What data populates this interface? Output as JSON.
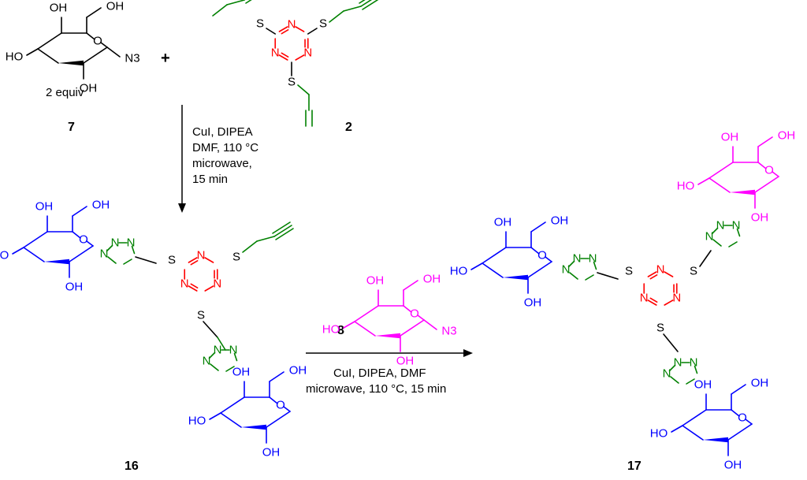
{
  "colors": {
    "black": "#000000",
    "triazine": "#ff0000",
    "green": "#008000",
    "blue": "#0000ff",
    "magenta": "#ff00ff"
  },
  "compounds": {
    "c7": {
      "number": "7",
      "note": "2 equiv"
    },
    "c2": {
      "number": "2"
    },
    "c16": {
      "number": "16"
    },
    "c17": {
      "number": "17"
    },
    "c8": {
      "number": "8"
    }
  },
  "atoms": {
    "OH": "OH",
    "HO": "HO",
    "O": "O",
    "N": "N",
    "N3": "N3",
    "S": "S"
  },
  "plus": "+",
  "step1": {
    "lines": [
      "CuI, DIPEA",
      "DMF, 110 °C",
      "microwave,",
      "15 min"
    ]
  },
  "step2": {
    "reagent": "8",
    "lines": [
      "CuI, DIPEA, DMF",
      "microwave, 110 °C, 15 min"
    ]
  }
}
